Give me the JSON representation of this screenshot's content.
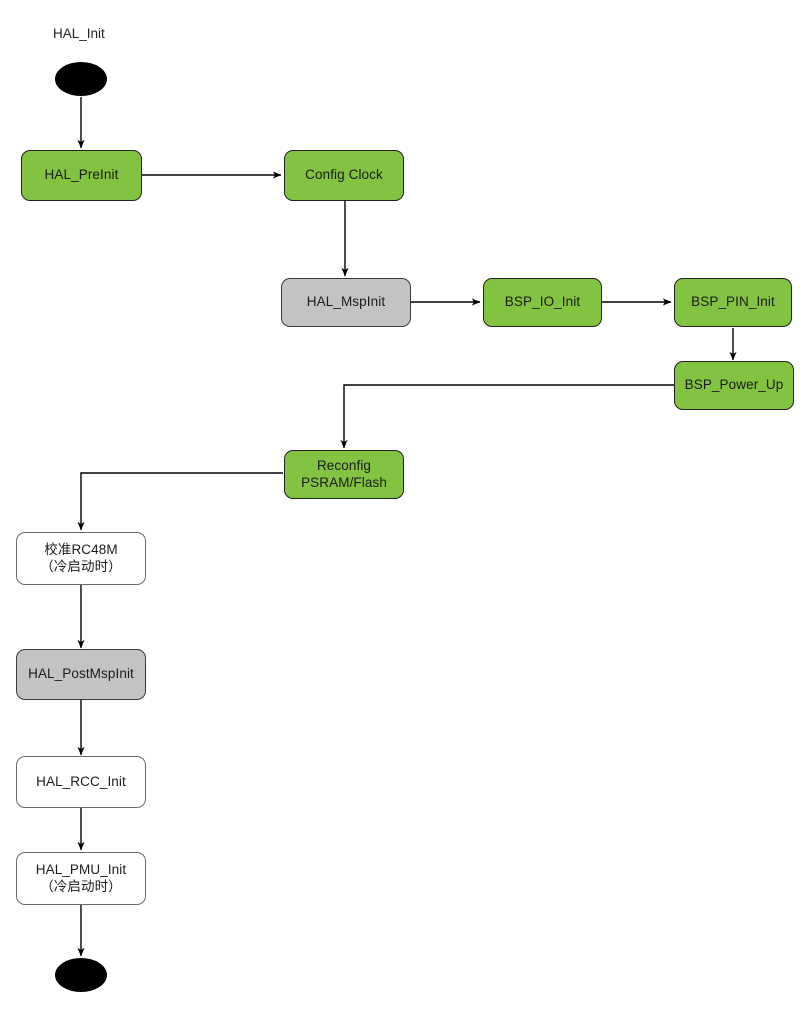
{
  "diagram": {
    "title_label": "HAL_Init",
    "colors": {
      "green_fill": "#82c341",
      "gray_fill": "#c3c3c3",
      "white_fill": "#ffffff",
      "dark_border": "#222222",
      "gray_border": "#6b6b6b",
      "edge_stroke": "#000000",
      "terminator_fill": "#000000",
      "background": "#ffffff"
    },
    "nodes": {
      "start": {
        "label": "",
        "kind": "terminator-start"
      },
      "hal_preinit": {
        "label": "HAL_PreInit",
        "kind": "green"
      },
      "config_clock": {
        "label": "Config Clock",
        "kind": "green"
      },
      "hal_mspinit": {
        "label": "HAL_MspInit",
        "kind": "gray"
      },
      "bsp_io_init": {
        "label": "BSP_IO_Init",
        "kind": "green"
      },
      "bsp_pin_init": {
        "label": "BSP_PIN_Init",
        "kind": "green"
      },
      "bsp_power_up": {
        "label": "BSP_Power_Up",
        "kind": "green"
      },
      "reconfig": {
        "label": "Reconfig\nPSRAM/Flash",
        "kind": "green"
      },
      "calib_rc48m": {
        "label": "校准RC48M\n（冷启动时）",
        "kind": "white"
      },
      "hal_postmspinit": {
        "label": "HAL_PostMspInit",
        "kind": "gray"
      },
      "hal_rcc_init": {
        "label": "HAL_RCC_Init",
        "kind": "white"
      },
      "hal_pmu_init": {
        "label": "HAL_PMU_Init\n（冷启动时）",
        "kind": "white"
      },
      "end": {
        "label": "",
        "kind": "terminator-end"
      }
    },
    "edges": [
      {
        "from": "start",
        "to": "hal_preinit"
      },
      {
        "from": "hal_preinit",
        "to": "config_clock"
      },
      {
        "from": "config_clock",
        "to": "hal_mspinit"
      },
      {
        "from": "hal_mspinit",
        "to": "bsp_io_init"
      },
      {
        "from": "bsp_io_init",
        "to": "bsp_pin_init"
      },
      {
        "from": "bsp_pin_init",
        "to": "bsp_power_up"
      },
      {
        "from": "bsp_power_up",
        "to": "reconfig"
      },
      {
        "from": "reconfig",
        "to": "calib_rc48m"
      },
      {
        "from": "calib_rc48m",
        "to": "hal_postmspinit"
      },
      {
        "from": "hal_postmspinit",
        "to": "hal_rcc_init"
      },
      {
        "from": "hal_rcc_init",
        "to": "hal_pmu_init"
      },
      {
        "from": "hal_pmu_init",
        "to": "end"
      }
    ]
  }
}
